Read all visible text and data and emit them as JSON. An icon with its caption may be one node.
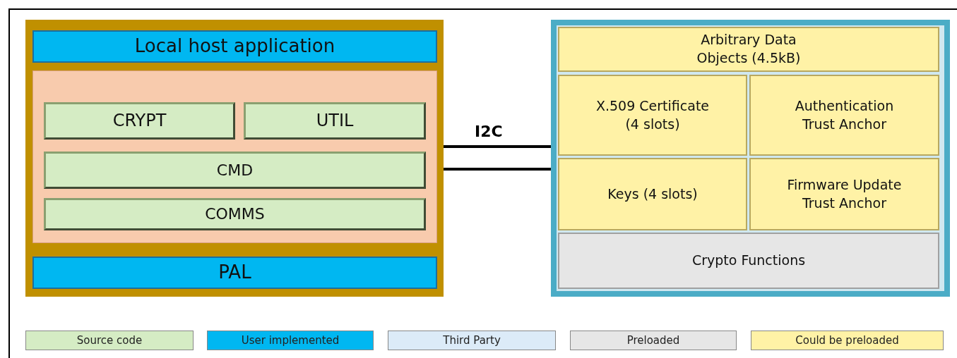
{
  "diagram": {
    "nodes": [
      {
        "text": [],
        "shape": "box"
      },
      {
        "text": [
          "Local host application"
        ],
        "in": 0
      },
      {
        "text": [],
        "shape": "box",
        "in": 0
      },
      {
        "text": [
          "CRYPT"
        ],
        "in": 2
      },
      {
        "text": [
          "UTIL"
        ],
        "in": 2
      },
      {
        "text": [
          "CMD"
        ],
        "in": 2
      },
      {
        "text": [
          "COMMS"
        ],
        "in": 2
      },
      {
        "text": [
          "PAL"
        ],
        "in": 0
      },
      {
        "text": [],
        "shape": "box"
      },
      {
        "text": [
          "Arbitrary Data Objects (4.5kB)"
        ],
        "in": 8
      },
      {
        "text": [
          "X.509 Certificate (4 slots)"
        ],
        "in": 8
      },
      {
        "text": [
          "Authentication Trust Anchor"
        ],
        "in": 8
      },
      {
        "text": [
          "Keys (4 slots)"
        ],
        "in": 8
      },
      {
        "text": [
          "Firmware Update Trust Anchor"
        ],
        "in": 8
      },
      {
        "text": [
          "Crypto Functions"
        ],
        "in": 8
      }
    ],
    "edges": [
      {
        "from": 0,
        "to": 8,
        "arrow": "none",
        "label": "I2C"
      },
      {
        "from": 0,
        "to": 8,
        "arrow": "none"
      }
    ],
    "legend": [
      {
        "text": "Source code",
        "color": "#d5ecc4"
      },
      {
        "text": "User implemented",
        "color": "#00b7f1"
      },
      {
        "text": "Third Party",
        "color": "#dcebf8"
      },
      {
        "text": "Preloaded",
        "color": "#e6e6e6"
      },
      {
        "text": "Could be preloaded",
        "color": "#fff2a6"
      }
    ]
  }
}
